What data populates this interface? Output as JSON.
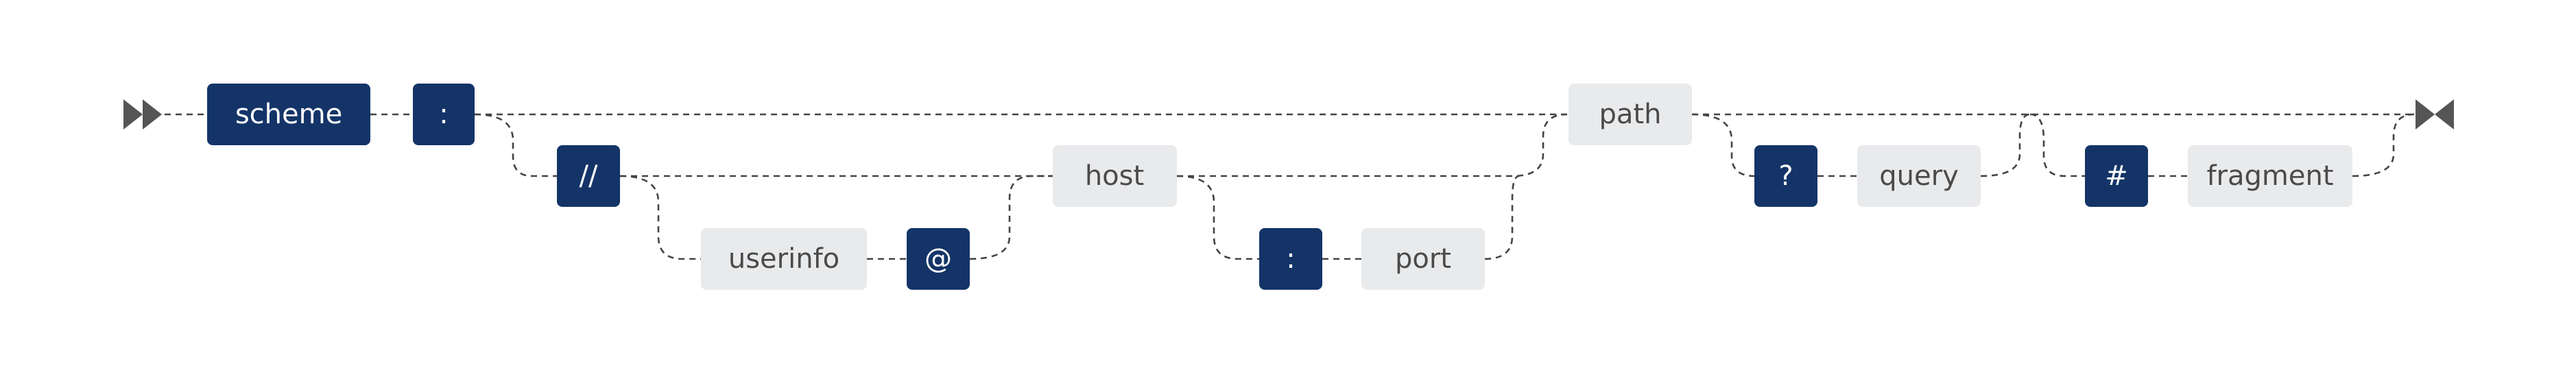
{
  "diagram": {
    "nodes": {
      "scheme": "scheme",
      "colon1": ":",
      "slashes": "//",
      "userinfo": "userinfo",
      "at": "@",
      "host": "host",
      "colon2": ":",
      "port": "port",
      "path": "path",
      "question": "?",
      "query": "query",
      "hash": "#",
      "fragment": "fragment"
    },
    "colors": {
      "terminal_fill": "#143468",
      "terminal_text": "#ffffff",
      "nonterminal_fill": "#e9eaec",
      "nonterminal_text": "#4a4a4a",
      "rail": "#444444",
      "marker": "#555555"
    }
  }
}
